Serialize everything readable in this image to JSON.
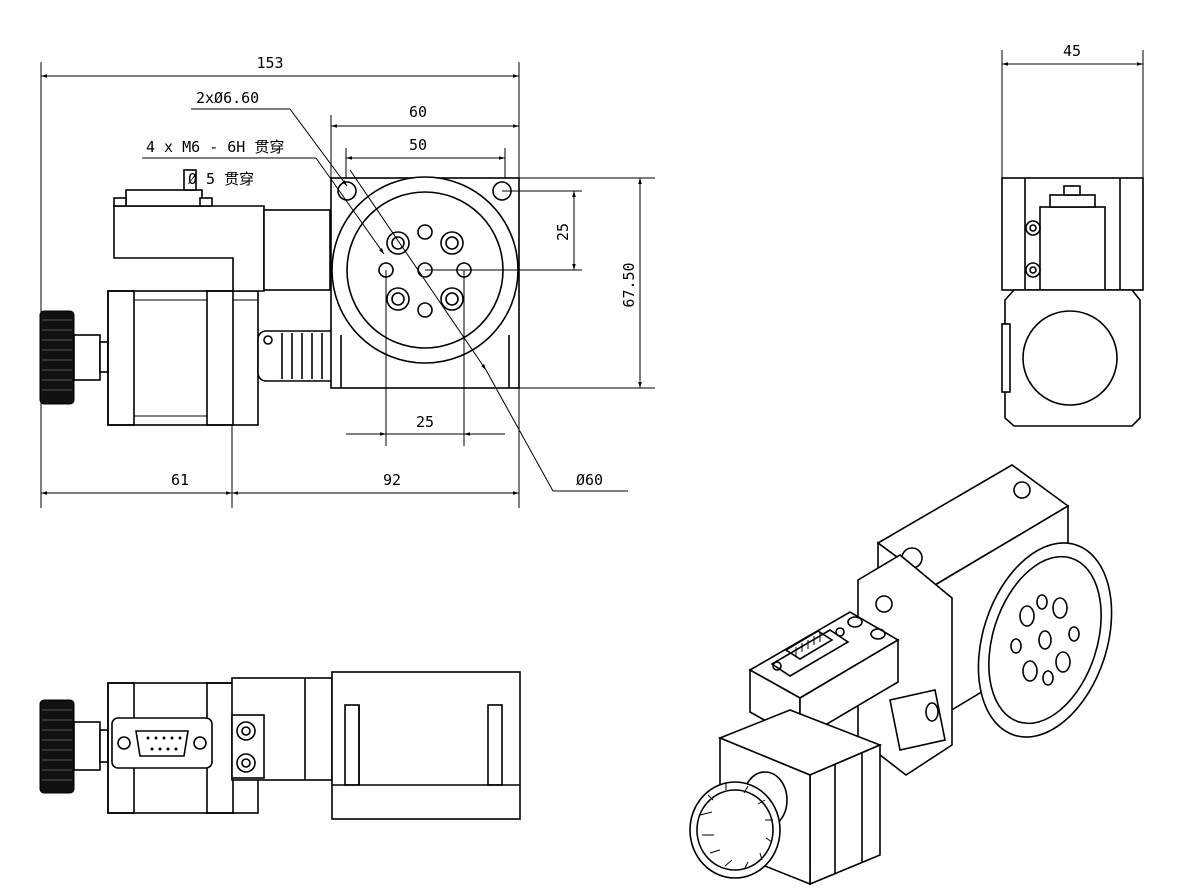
{
  "drawing": {
    "dims": {
      "overall_width": "153",
      "flange_outer": "60",
      "flange_inner": "50",
      "hole_spacing_v": "25",
      "height": "67.50",
      "hole_spacing_h": "25",
      "motor_side": "61",
      "stage_side": "92",
      "side_width": "45"
    },
    "notes": {
      "mount_holes": "2xØ6.60",
      "tapped_holes": "4 x  M6 - 6H 贯穿",
      "through_hole": "Ø 5 贯穿",
      "diameter": "Ø60"
    }
  }
}
